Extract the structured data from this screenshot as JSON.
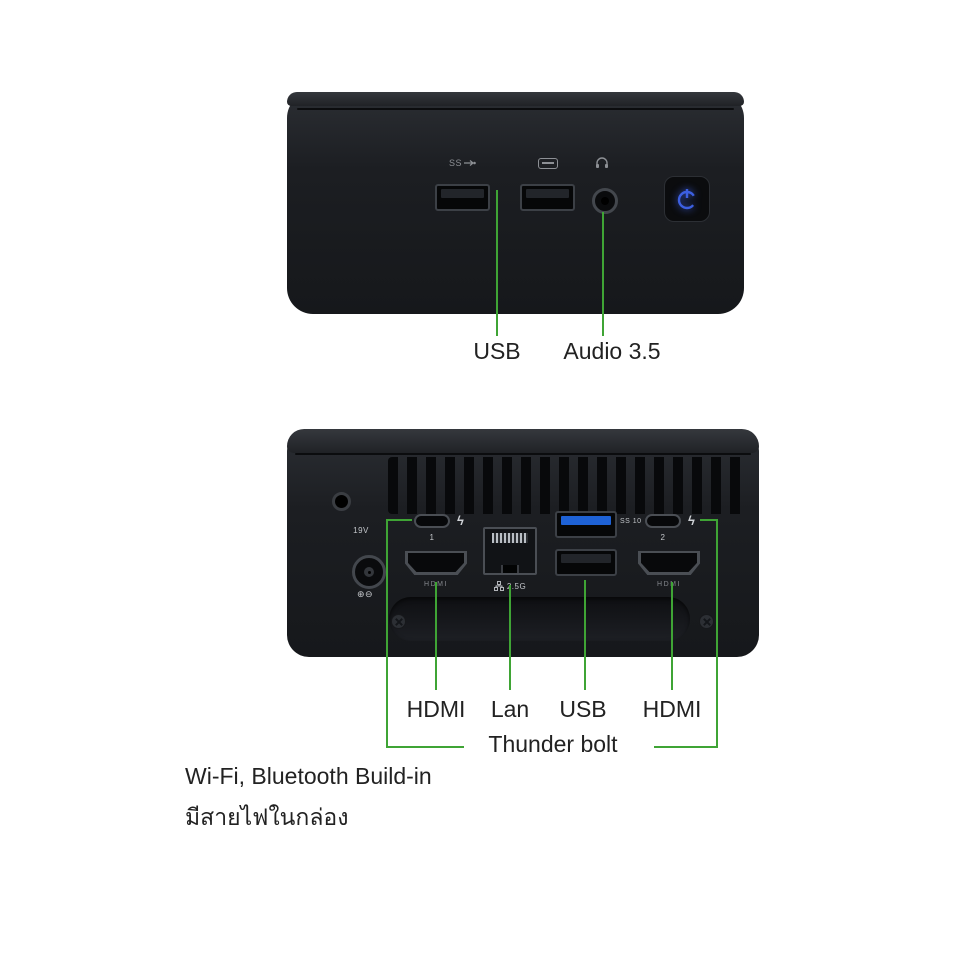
{
  "title": "Mini PC front and back ports infographic",
  "colors": {
    "annotation_green": "#3fa435",
    "power_blue": "#3c5fe0",
    "background": "#ffffff"
  },
  "front_view": {
    "icons": {
      "usb1_ss": "SS"
    },
    "annotations": {
      "usb": "USB",
      "audio": "Audio 3.5"
    }
  },
  "back_view": {
    "printed": {
      "voltage": "19V",
      "polarity": "⊕⊖",
      "usbc1_number": "1",
      "usbc2_number": "2",
      "hdmi1": "HDMI",
      "hdmi2": "HDMI",
      "lan_speed": "2.5G",
      "usb_speed": "SS 10",
      "lightning": "ϟ"
    },
    "annotations": {
      "hdmi1": "HDMI",
      "lan": "Lan",
      "usb": "USB",
      "hdmi2": "HDMI",
      "thunderbolt": "Thunder bolt"
    }
  },
  "footer": {
    "line1": "Wi-Fi, Bluetooth Build-in",
    "line2": "มีสายไฟในกล่อง"
  }
}
